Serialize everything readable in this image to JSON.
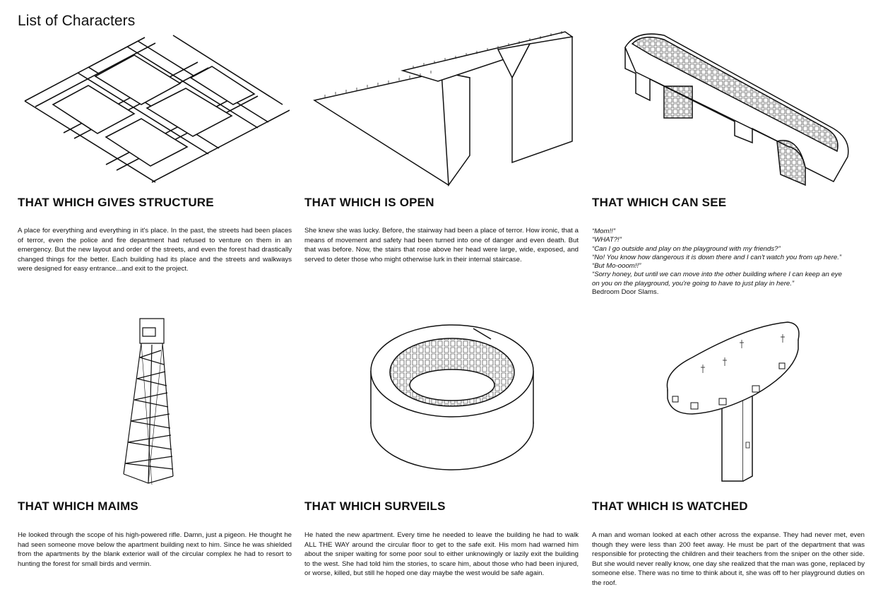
{
  "page": {
    "title": "List of Characters"
  },
  "cards": [
    {
      "title": "THAT WHICH GIVES STRUCTURE",
      "icon": "street-grid-illustration",
      "body": "A place for everything and everything in it's place. In the past, the streets had been places of terror, even the police and fire department had refused to venture on them in an emergency. But the new layout and order of the streets, and even the forest had drastically changed things for the better. Each building had its place and the streets and walkways were designed for easy entrance...and exit to the project."
    },
    {
      "title": "THAT WHICH IS OPEN",
      "icon": "stair-wedge-illustration",
      "body": "She knew she was lucky. Before, the stairway had been a place of terror. How ironic, that a means of movement and safety had been turned into one of danger and even death. But that was before. Now, the stairs that rose above her head were large, wide, exposed, and served to deter those who might otherwise lurk in their internal staircase."
    },
    {
      "title": "THAT WHICH CAN SEE",
      "icon": "arched-bar-building-illustration",
      "quotes": [
        "“Mom!!”",
        "“WHAT?!”",
        "“Can I go outside and play on the playground with my friends?”",
        "“No! You know how dangerous it is down there and I can't watch you from up here.”",
        "“But Mo-ooom!!”",
        "“Sorry honey, but until we can move into the other building where I can keep an eye",
        "on you on the playground, you're going to have to just play in here.”"
      ],
      "closing": "Bedroom Door Slams."
    },
    {
      "title": "THAT WHICH MAIMS",
      "icon": "lattice-tower-illustration",
      "body": "He looked through the scope of his high-powered rifle. Damn, just a pigeon. He thought he had seen someone move below the apartment building next to him. Since he was shielded from the apartments by the blank exterior wall of the circular complex he had to resort to hunting the forest for small birds and vermin."
    },
    {
      "title": "THAT WHICH SURVEILS",
      "icon": "circular-complex-illustration",
      "body": "He hated the new apartment. Every time he needed to leave the building he had to walk ALL THE WAY around the circular floor to get to the safe exit. His mom had warned him about the sniper waiting for some poor soul to either unknowingly or lazily exit the building to the west. She had told him the stories, to scare him, about those who had been injured, or worse, killed, but still he hoped one day maybe the west would be safe again."
    },
    {
      "title": "THAT WHICH IS WATCHED",
      "icon": "elevated-rooftop-playground-illustration",
      "body": "A man and woman looked at each other across the expanse. They had never met, even though they were less than 200 feet away. He must be part of the department that was responsible for protecting the children and their teachers from the sniper on the other side. But she would never really know, one day she realized that the man was gone, replaced by someone else. There was no time to think about it, she was off to her playground duties on the roof."
    }
  ]
}
